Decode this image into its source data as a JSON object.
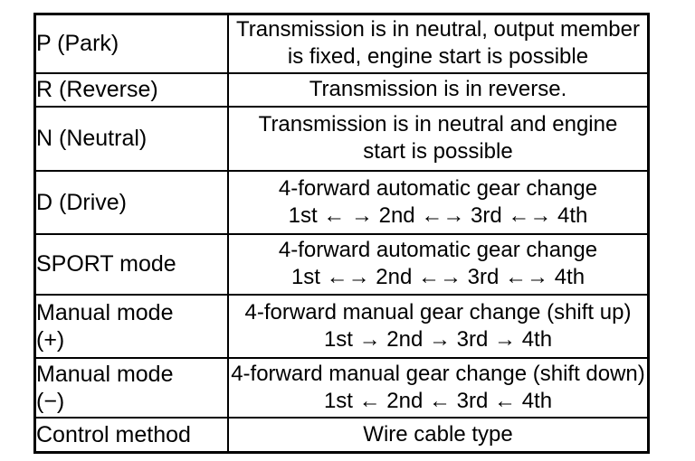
{
  "colors": {
    "background": "#ffffff",
    "border": "#000000",
    "text": "#000000"
  },
  "table": {
    "rows": [
      {
        "label": [
          "P (Park)"
        ],
        "desc": [
          "Transmission is in neutral, output member",
          "is fixed, engine start is possible"
        ]
      },
      {
        "label": [
          "R (Reverse)"
        ],
        "desc": [
          "Transmission is in reverse."
        ]
      },
      {
        "label": [
          "N (Neutral)"
        ],
        "desc": [
          "Transmission is in neutral and engine",
          "start is possible"
        ]
      },
      {
        "label": [
          "D (Drive)"
        ],
        "desc": [
          "4-forward automatic gear change",
          "1st ← → 2nd ←→ 3rd ←→ 4th"
        ]
      },
      {
        "label": [
          "SPORT mode"
        ],
        "desc": [
          "4-forward automatic gear change",
          "1st ←→ 2nd ←→ 3rd ←→ 4th"
        ]
      },
      {
        "label": [
          "Manual mode",
          "(+)"
        ],
        "desc": [
          "4-forward manual gear change (shift up)",
          "1st → 2nd → 3rd → 4th"
        ]
      },
      {
        "label": [
          "Manual mode",
          "(−)"
        ],
        "desc": [
          "4-forward manual gear change (shift down)",
          "1st ← 2nd ← 3rd ← 4th"
        ]
      },
      {
        "label": [
          "Control method"
        ],
        "desc": [
          "Wire cable type"
        ]
      }
    ]
  }
}
